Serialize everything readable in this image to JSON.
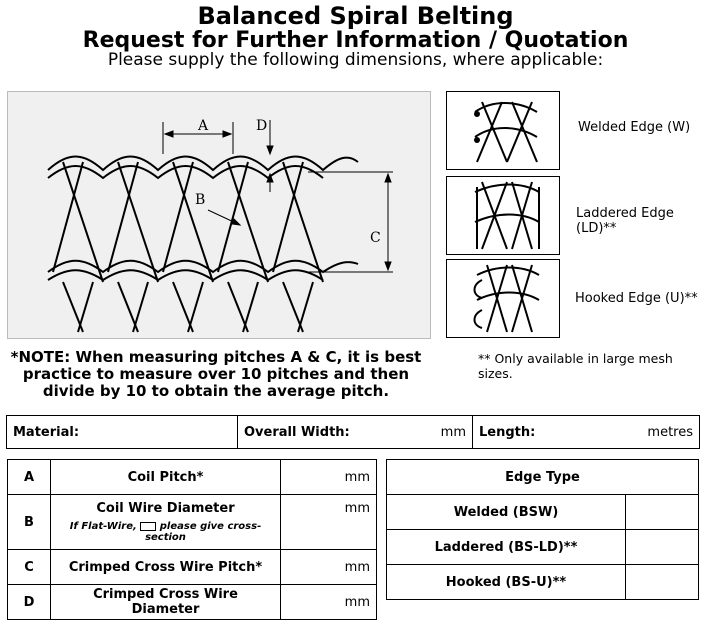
{
  "header": {
    "title": "Balanced Spiral Belting",
    "subtitle": "Request for Further Information / Quotation",
    "instruction": "Please supply the following dimensions, where applicable:"
  },
  "diagram": {
    "labels": {
      "a": "A",
      "b": "B",
      "c": "C",
      "d": "D"
    }
  },
  "edges": [
    {
      "label": "Welded Edge (W)"
    },
    {
      "label": "Laddered Edge (LD)**"
    },
    {
      "label": "Hooked Edge (U)**"
    }
  ],
  "note": "*NOTE: When measuring pitches A & C, it is best practice to measure over 10 pitches and then divide by 10 to obtain the average pitch.",
  "footnote": "** Only available in large mesh sizes.",
  "top_row": {
    "material": "Material:",
    "overall_width": "Overall Width:",
    "width_unit": "mm",
    "length": "Length:",
    "length_unit": "metres"
  },
  "dimensions": [
    {
      "code": "A",
      "label": "Coil Pitch*",
      "unit": "mm"
    },
    {
      "code": "B",
      "label": "Coil Wire Diameter",
      "sub_pre": "If Flat-Wire,",
      "sub_post": "please give cross-section",
      "unit": "mm"
    },
    {
      "code": "C",
      "label": "Crimped Cross Wire Pitch*",
      "unit": "mm"
    },
    {
      "code": "D",
      "label": "Crimped Cross Wire Diameter",
      "unit": "mm"
    }
  ],
  "edge_type": {
    "header": "Edge Type",
    "options": [
      "Welded (BSW)",
      "Laddered (BS-LD)**",
      "Hooked (BS-U)**"
    ]
  }
}
